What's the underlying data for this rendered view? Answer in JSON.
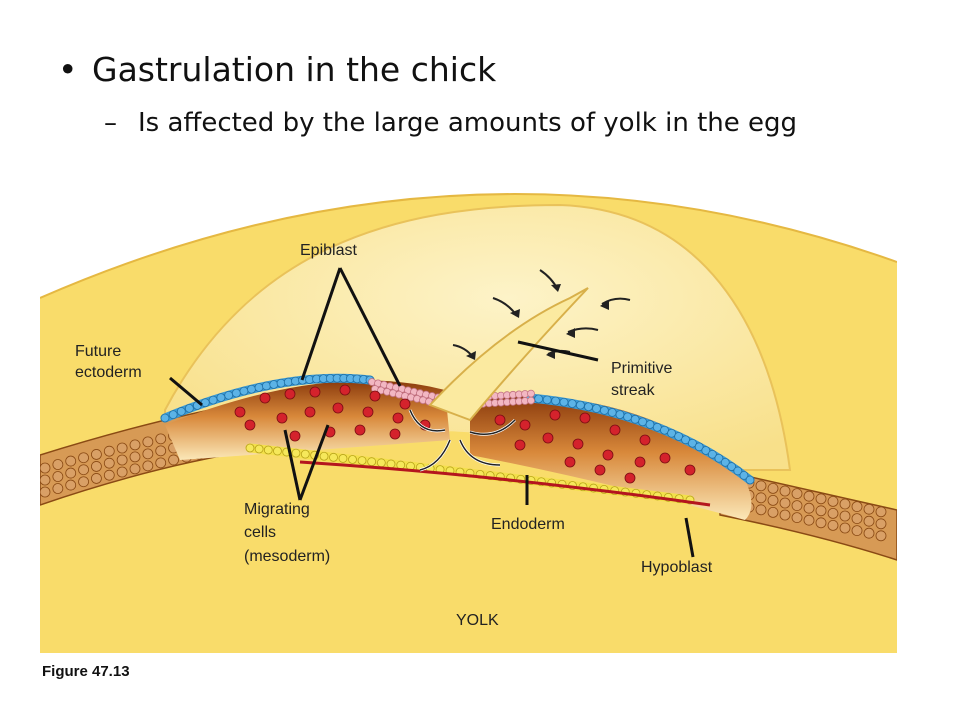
{
  "slide": {
    "bullet_symbol": "•",
    "title": "Gastrulation in the chick",
    "sub_symbol": "–",
    "subtitle": "Is affected by the large amounts of yolk in the egg"
  },
  "diagram": {
    "labels": {
      "epiblast": "Epiblast",
      "future_ectoderm_1": "Future",
      "future_ectoderm_2": "ectoderm",
      "primitive_streak_1": "Primitive",
      "primitive_streak_2": "streak",
      "migrating_1": "Migrating",
      "migrating_2": "cells",
      "migrating_3": "(mesoderm)",
      "endoderm": "Endoderm",
      "hypoblast": "Hypoblast",
      "yolk": "YOLK"
    },
    "colors": {
      "yolk": "#f9dc6a",
      "yolk_light": "#fbeaa0",
      "ectoderm_blue": "#3a9bd6",
      "epiblast_pink": "#f2b7c2",
      "mesoderm_red": "#d4222c",
      "endoderm_yellow": "#f3e04a",
      "tissue_brown": "#b7621e",
      "hypoblast_tan": "#d9a066"
    }
  },
  "figure_caption": "Figure 47.13"
}
